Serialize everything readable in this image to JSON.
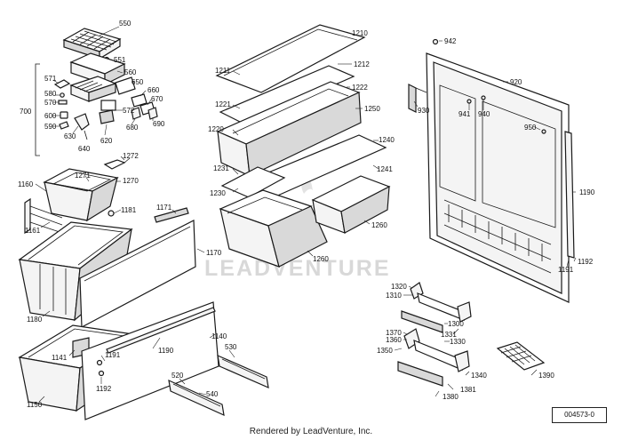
{
  "diagram": {
    "part_numbers": {
      "550": "550",
      "551": "551",
      "560": "560",
      "571": "571",
      "700": "700",
      "580": "580",
      "570": "570",
      "600": "600",
      "590": "590",
      "630": "630",
      "640": "640",
      "620": "620",
      "572": "572",
      "650": "650",
      "660": "660",
      "670": "670",
      "680": "680",
      "690": "690",
      "1272": "1272",
      "1271": "1271",
      "1270": "1270",
      "1160": "1160",
      "1161": "1161",
      "1181": "1181",
      "1171": "1171",
      "1170": "1170",
      "1180": "1180",
      "1141": "1141",
      "1191": "1191",
      "1190": "1190",
      "1140": "1140",
      "1192": "1192",
      "1150": "1150",
      "530": "530",
      "520": "520",
      "540": "540",
      "1210": "1210",
      "1211": "1211",
      "1212": "1212",
      "1222": "1222",
      "1221": "1221",
      "1250": "1250",
      "1220": "1220",
      "1240": "1240",
      "1231": "1231",
      "1241": "1241",
      "1230": "1230",
      "1260": "1260",
      "942": "942",
      "920": "920",
      "930": "930",
      "941": "941",
      "940": "940",
      "950": "950",
      "1190_r": "1190",
      "1191_r": "1191",
      "1192_r": "1192",
      "1320": "1320",
      "1310": "1310",
      "1300": "1300",
      "1331": "1331",
      "1370": "1370",
      "1360": "1360",
      "1330": "1330",
      "1350": "1350",
      "1340": "1340",
      "1390": "1390",
      "1381": "1381",
      "1380": "1380"
    },
    "watermark": "LEADVENTURE",
    "diagram_id": "004573-0",
    "footer": "Rendered by LeadVenture, Inc."
  }
}
